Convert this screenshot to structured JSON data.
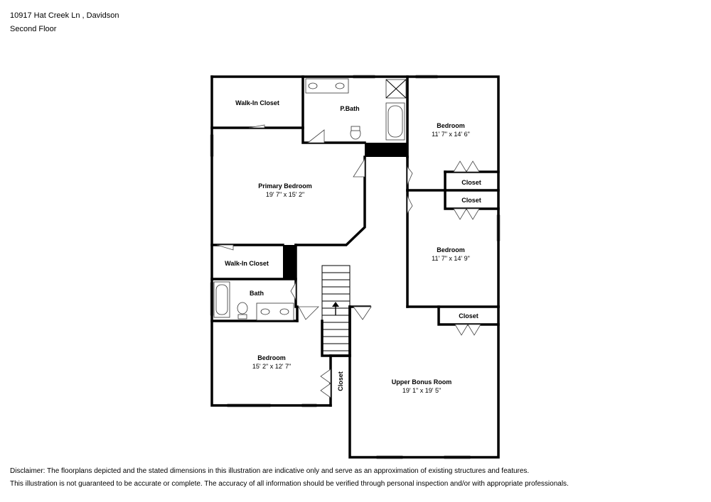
{
  "header": {
    "address": "10917 Hat Creek Ln , Davidson",
    "floor": "Second Floor"
  },
  "rooms": {
    "walkin_top": {
      "name": "Walk-In Closet"
    },
    "pbath": {
      "name": "P.Bath"
    },
    "bedroom_ne": {
      "name": "Bedroom",
      "dims": "11' 7\" x 14' 6\""
    },
    "primary": {
      "name": "Primary Bedroom",
      "dims": "19' 7\" x 15' 2\""
    },
    "closet_a": {
      "name": "Closet"
    },
    "closet_b": {
      "name": "Closet"
    },
    "bedroom_e": {
      "name": "Bedroom",
      "dims": "11' 7\" x 14' 9\""
    },
    "walkin_mid": {
      "name": "Walk-In Closet"
    },
    "bath": {
      "name": "Bath"
    },
    "closet_c": {
      "name": "Closet"
    },
    "bedroom_sw": {
      "name": "Bedroom",
      "dims": "15' 2\" x 12' 7\""
    },
    "closet_d": {
      "name": "Closet"
    },
    "bonus": {
      "name": "Upper Bonus Room",
      "dims": "19' 1\" x 19' 5\""
    }
  },
  "disclaimer": {
    "line1": "Disclaimer: The floorplans depicted and the stated dimensions in this illustration are indicative only and serve as an approximation of existing structures and features.",
    "line2": "This illustration is not guaranteed to be accurate or complete. The accuracy of all information should be verified through personal inspection and/or with appropriate professionals."
  }
}
